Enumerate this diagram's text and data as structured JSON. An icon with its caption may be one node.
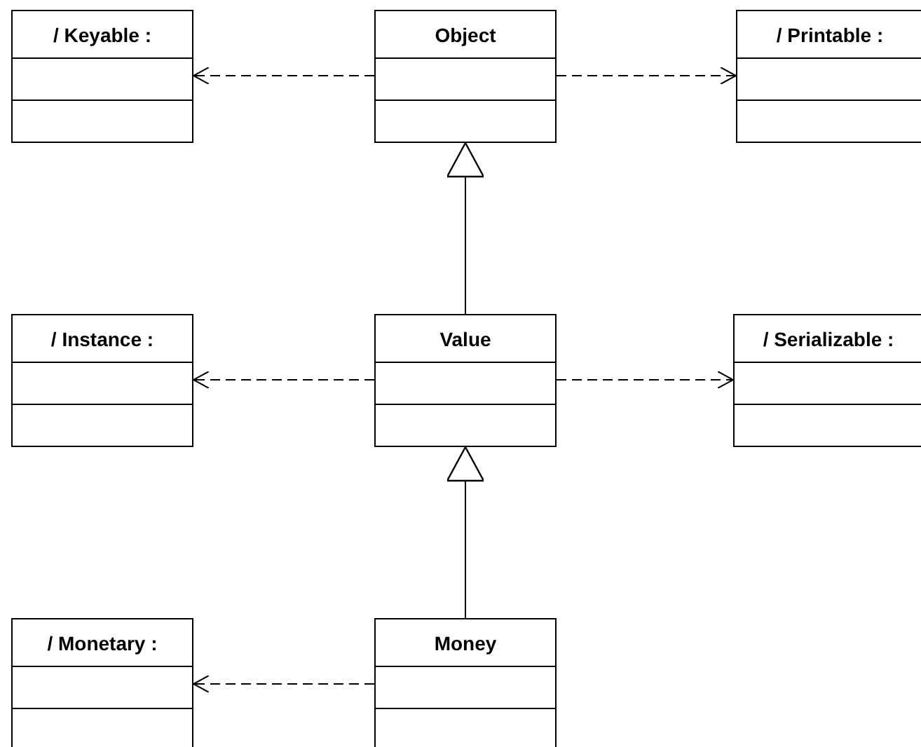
{
  "diagram": {
    "nodes": [
      {
        "text": [
          "/ Keyable :"
        ]
      },
      {
        "text": [
          "Object"
        ]
      },
      {
        "text": [
          "/ Printable :"
        ]
      },
      {
        "text": [
          "/ Instance :"
        ]
      },
      {
        "text": [
          "Value"
        ]
      },
      {
        "text": [
          "/ Serializable :"
        ]
      },
      {
        "text": [
          "/ Monetary :"
        ]
      },
      {
        "text": [
          "Money"
        ]
      }
    ],
    "edges": [
      {
        "from": 1,
        "to": 0,
        "arrow": "to",
        "style": "dashed"
      },
      {
        "from": 1,
        "to": 2,
        "arrow": "to",
        "style": "dashed"
      },
      {
        "from": 4,
        "to": 1,
        "arrow": "to"
      },
      {
        "from": 4,
        "to": 3,
        "arrow": "to",
        "style": "dashed"
      },
      {
        "from": 4,
        "to": 5,
        "arrow": "to",
        "style": "dashed"
      },
      {
        "from": 7,
        "to": 4,
        "arrow": "to"
      },
      {
        "from": 7,
        "to": 6,
        "arrow": "to",
        "style": "dashed"
      }
    ]
  }
}
